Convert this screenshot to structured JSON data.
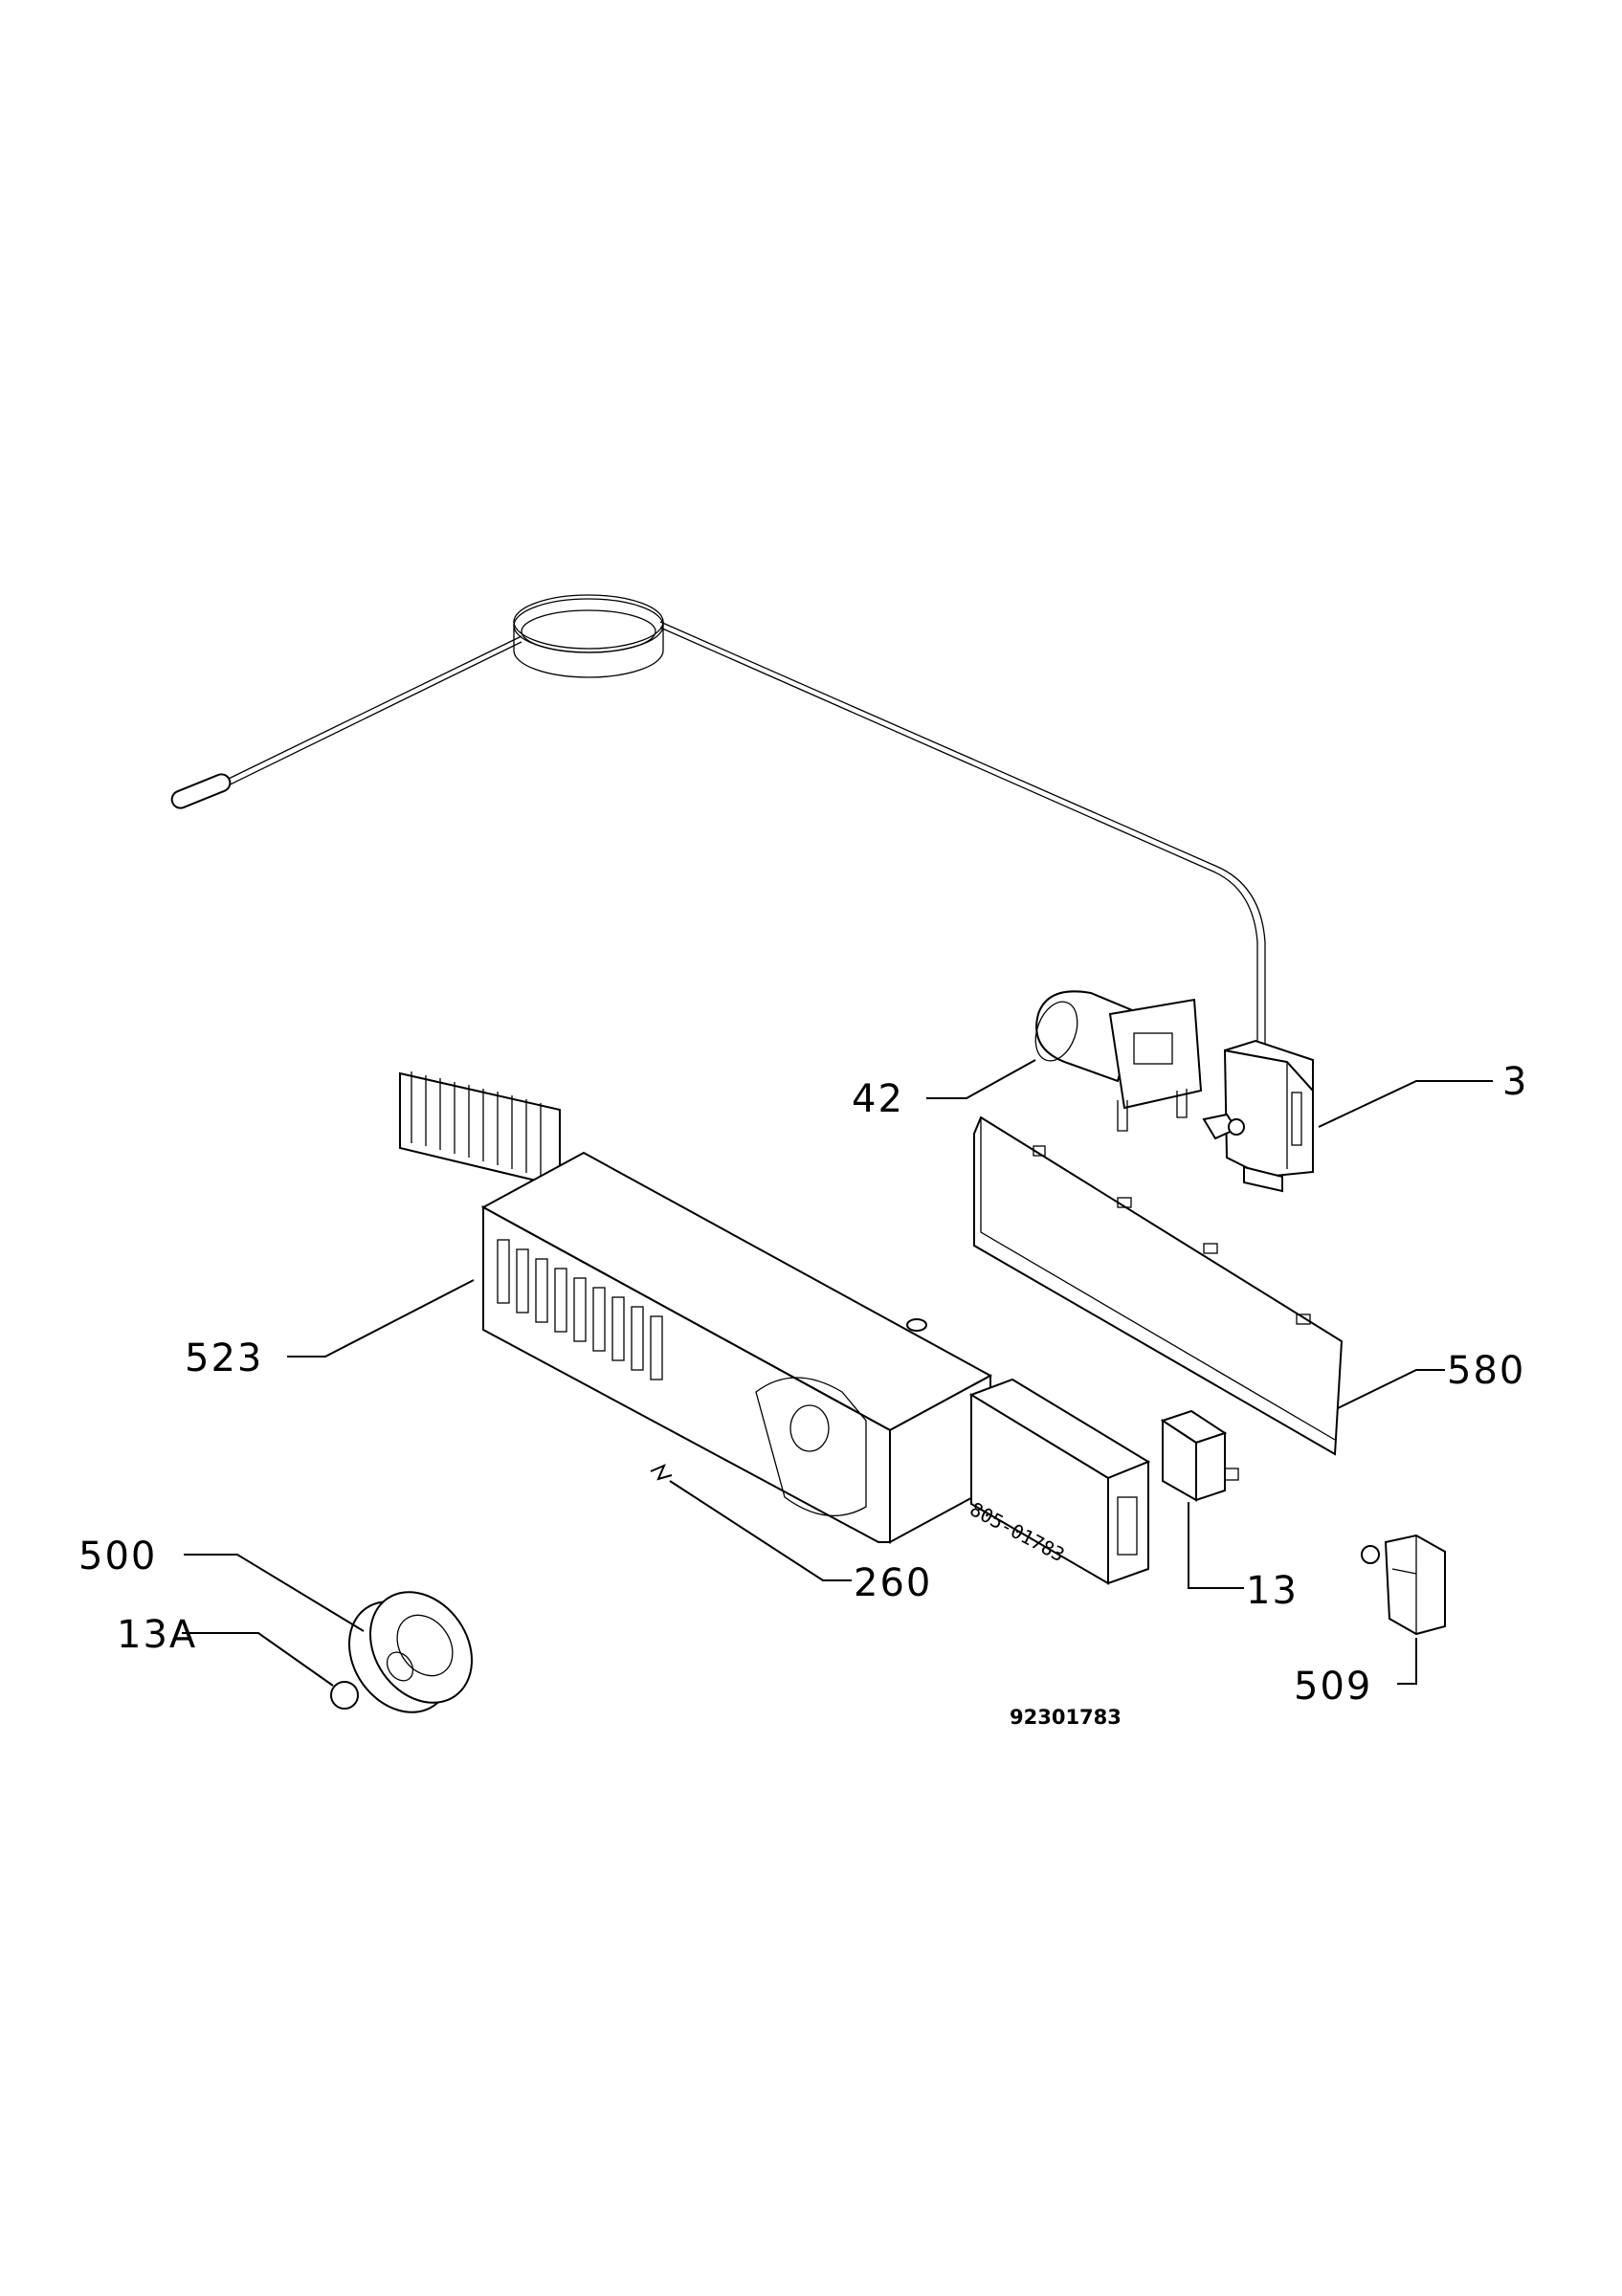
{
  "diagram": {
    "document_number": "92301783",
    "stamp_text": "805-01783",
    "callouts": [
      {
        "id": "3",
        "label": "3"
      },
      {
        "id": "42",
        "label": "42"
      },
      {
        "id": "523",
        "label": "523"
      },
      {
        "id": "580",
        "label": "580"
      },
      {
        "id": "500",
        "label": "500"
      },
      {
        "id": "13A",
        "label": "13A"
      },
      {
        "id": "260",
        "label": "260"
      },
      {
        "id": "13",
        "label": "13"
      },
      {
        "id": "509",
        "label": "509"
      }
    ]
  }
}
